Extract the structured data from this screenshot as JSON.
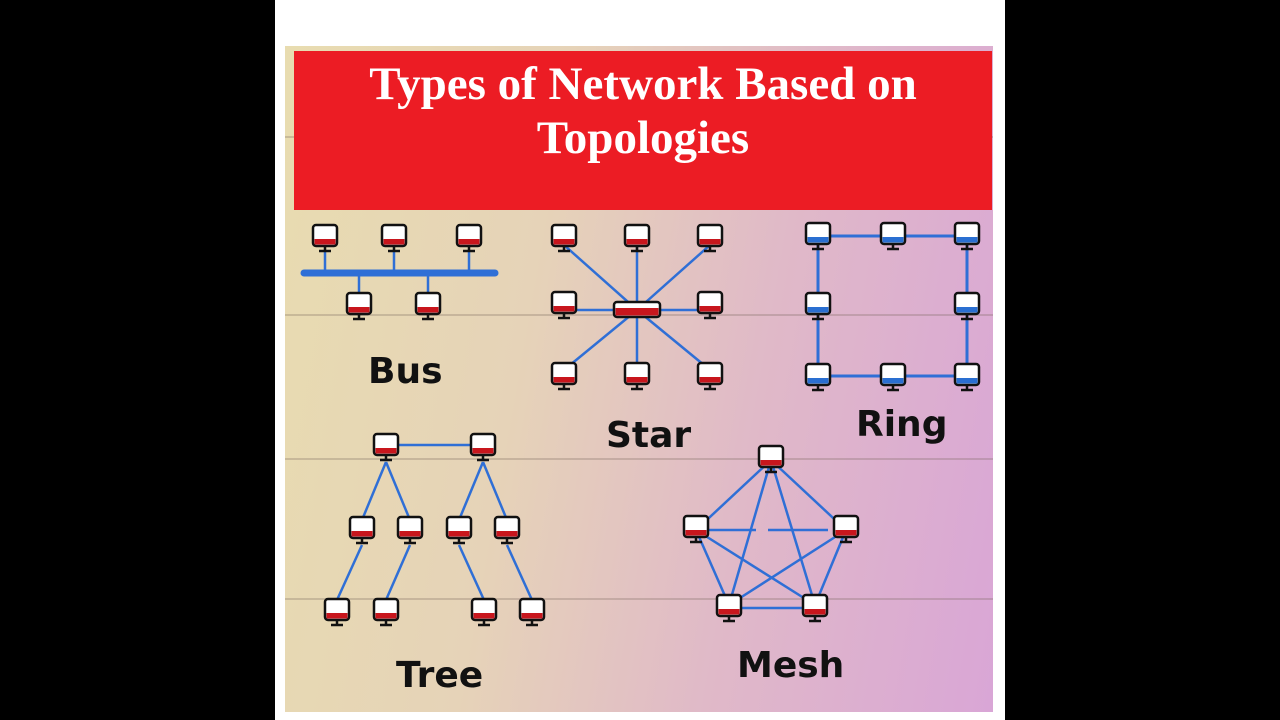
{
  "title": {
    "line1": "Types of Network Based on",
    "line2": "Topologies"
  },
  "colors": {
    "banner": "#ec1c24",
    "link": "#2f6fd6",
    "node_fill_red": "#c8161d",
    "node_fill_blue": "#2a6fd1",
    "node_outline": "#111111"
  },
  "topologies": [
    {
      "id": "bus",
      "label": "Bus"
    },
    {
      "id": "star",
      "label": "Star"
    },
    {
      "id": "ring",
      "label": "Ring"
    },
    {
      "id": "tree",
      "label": "Tree"
    },
    {
      "id": "mesh",
      "label": "Mesh"
    }
  ]
}
